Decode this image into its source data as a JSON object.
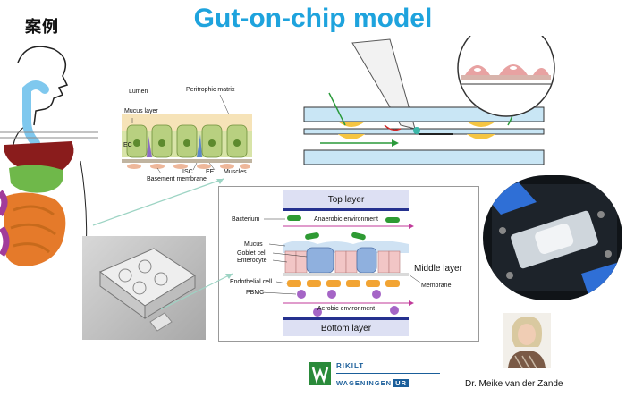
{
  "corner_label": "案例",
  "title": "Gut-on-chip model",
  "tissue_diagram": {
    "lumen": "Lumen",
    "peritrophic_matrix": "Peritrophic matrix",
    "mucus_layer": "Mucus layer",
    "ec": "EC",
    "isc": "ISC",
    "ee": "EE",
    "muscles": "Muscles",
    "basement_membrane": "Basement membrane"
  },
  "chip_diagram": {
    "top_layer": "Top layer",
    "bacterium": "Bacterium",
    "anaerobic": "Anaerobic environment",
    "mucus": "Mucus",
    "goblet_cell": "Goblet cell",
    "enterocyte": "Enterocyte",
    "middle_layer": "Middle layer",
    "membrane": "Membrane",
    "endothelial_cell": "Endothelial cell",
    "pbmc": "PBMC",
    "aerobic": "Aerobic environment",
    "bottom_layer": "Bottom layer"
  },
  "logo": {
    "line1": "RIKILT",
    "line2": "WAGENINGEN",
    "line2_suffix": "UR"
  },
  "credit": "Dr. Meike van der Zande",
  "colors": {
    "title": "#1ea3dd",
    "layer_band": "#dde0f3",
    "layer_line": "#25318f",
    "bacterium": "#2e9a33",
    "cell_pink": "#f2c6c6",
    "cell_blue": "#8fb0de",
    "endothelial": "#f2a433",
    "pbmc": "#a565c6"
  }
}
